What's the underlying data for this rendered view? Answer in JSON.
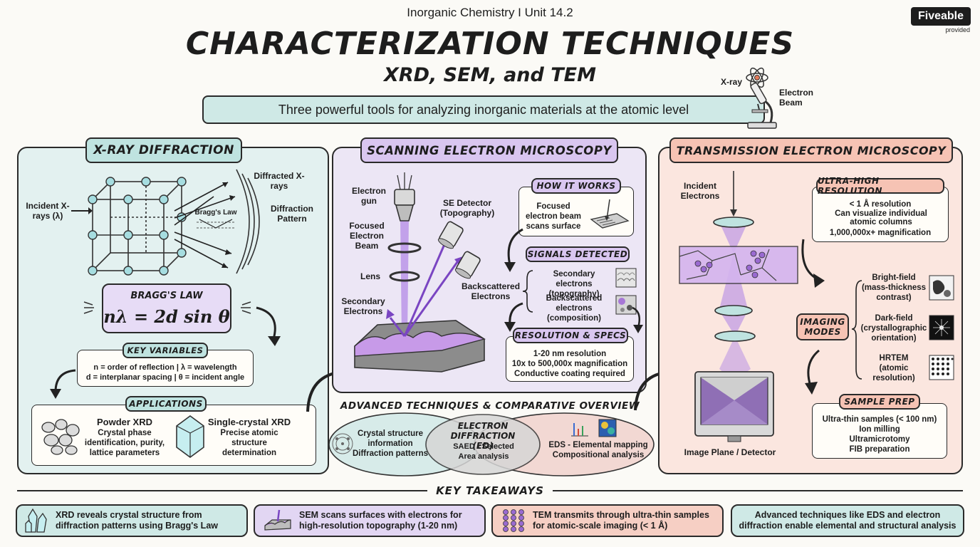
{
  "header": {
    "course": "Inorganic Chemistry I Unit 14.2",
    "title": "CHARACTERIZATION TECHNIQUES",
    "subtitle": "XRD, SEM, and TEM",
    "tagline": "Three powerful tools for analyzing inorganic materials at the atomic level",
    "icon_xray": "X-ray",
    "icon_beam": "Electron Beam",
    "logo_name": "Fiveable",
    "logo_sub": "provided"
  },
  "xrd": {
    "title": "X-RAY DIFFRACTION",
    "incident": "Incident X-rays (λ)",
    "diffracted": "Diffracted X-rays",
    "braggs_small": "Bragg's Law",
    "pattern": "Diffraction Pattern",
    "law_title": "BRAGG'S LAW",
    "equation": "nλ = 2d sin θ",
    "vars_title": "KEY VARIABLES",
    "vars_line1": "n = order of reflection | λ = wavelength",
    "vars_line2": "d = interplanar spacing | θ = incident angle",
    "apps_title": "APPLICATIONS",
    "powder_title": "Powder XRD",
    "powder_desc": "Crystal phase identification, purity, lattice parameters",
    "single_title": "Single-crystal XRD",
    "single_desc": "Precise atomic structure determination"
  },
  "sem": {
    "title": "SCANNING ELECTRON MICROSCOPY",
    "gun": "Electron gun",
    "beam": "Focused Electron Beam",
    "lens": "Lens",
    "secondary": "Secondary Electrons",
    "se_detector": "SE Detector (Topography)",
    "backscattered": "Backscattered Electrons",
    "how_title": "HOW IT WORKS",
    "how_desc": "Focused electron beam scans surface",
    "signals_title": "SIGNALS DETECTED",
    "signal1": "Secondary electrons (topography)",
    "signal2": "Backscattered electrons (composition)",
    "res_title": "RESOLUTION & SPECS",
    "res1": "1-20 nm resolution",
    "res2": "10x to 500,000x magnification",
    "res3": "Conductive coating required"
  },
  "tem": {
    "title": "TRANSMISSION ELECTRON MICROSCOPY",
    "incident": "Incident Electrons",
    "detector": "Image Plane / Detector",
    "uhr_title": "ULTRA-HIGH RESOLUTION",
    "uhr1": "< 1 Å resolution",
    "uhr2": "Can visualize individual atomic columns",
    "uhr3": "1,000,000x+ magnification",
    "modes_title": "IMAGING MODES",
    "bf": "Bright-field (mass-thickness contrast)",
    "df": "Dark-field (crystallographic orientation)",
    "hrtem": "HRTEM (atomic resolution)",
    "prep_title": "SAMPLE PREP",
    "prep1": "Ultra-thin samples (< 100 nm)",
    "prep2": "Ion milling",
    "prep3": "Ultramicrotomy",
    "prep4": "FIB preparation"
  },
  "advanced": {
    "title": "ADVANCED TECHNIQUES & COMPARATIVE OVERVIEW",
    "left": "Crystal structure information Diffraction patterns",
    "center_title": "ELECTRON DIFFRACTION (ED)",
    "center_desc": "SAED - Selected Area analysis",
    "right": "EDS - Elemental mapping Compositional analysis"
  },
  "takeaways": {
    "title": "KEY TAKEAWAYS",
    "items": [
      "XRD reveals crystal structure from diffraction patterns using Bragg's Law",
      "SEM scans surfaces with electrons for high-resolution topography (1-20 nm)",
      "TEM transmits through ultra-thin samples for atomic-scale imaging (< 1 Å)",
      "Advanced techniques like EDS and electron diffraction enable elemental and structural analysis"
    ]
  },
  "colors": {
    "xrd_bg": "#e3f1f0",
    "sem_bg": "#ece6f5",
    "tem_bg": "#fbe6df",
    "xrd_tag": "#bfe3e0",
    "sem_tag": "#d9c6f0",
    "tem_tag": "#f6c3b4",
    "purple": "#9b6fd6"
  }
}
